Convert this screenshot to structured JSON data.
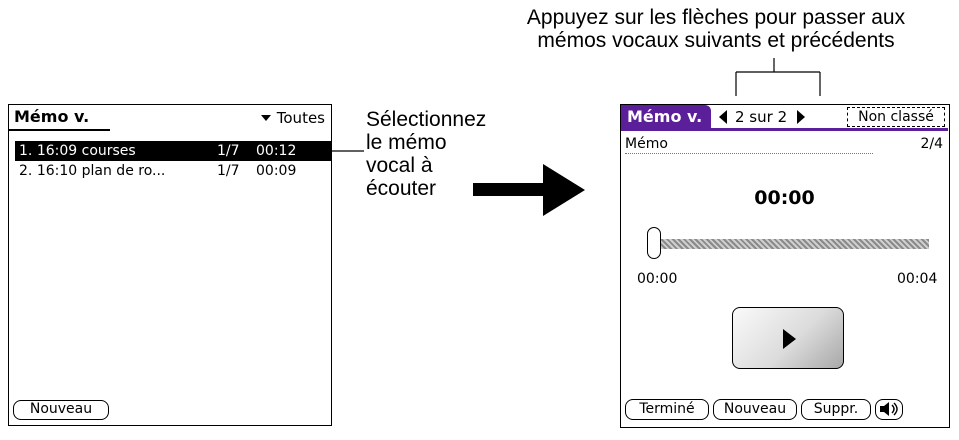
{
  "left_screen": {
    "title": "Mémo v.",
    "filter": "Toutes",
    "memos": [
      {
        "num": "1.",
        "time": "16:09",
        "name": "courses",
        "date": "1/7",
        "duration": "00:12",
        "selected": true
      },
      {
        "num": "2.",
        "time": "16:10",
        "name": "plan de ro...",
        "date": "1/7",
        "duration": "00:09",
        "selected": false
      }
    ],
    "new_button": "Nouveau"
  },
  "annotations": {
    "select_line1": "Sélectionnez",
    "select_line2": "le mémo",
    "select_line3": "vocal à",
    "select_line4": "écouter",
    "top_line1": "Appuyez sur les flèches pour passer aux",
    "top_line2": "mémos vocaux suivants et précédents"
  },
  "right_screen": {
    "title": "Mémo v.",
    "record_position": "2 sur 2",
    "category": "Non classé",
    "memo_label": "Mémo",
    "memo_count": "2/4",
    "current_time": "00:00",
    "start_time": "00:00",
    "end_time": "00:04",
    "playback_progress": 0,
    "buttons": {
      "done": "Terminé",
      "new": "Nouveau",
      "delete": "Suppr."
    }
  },
  "icons": [
    "dropdown-triangle-icon",
    "left-arrow-icon",
    "right-arrow-icon",
    "play-icon",
    "speaker-icon",
    "pointer-arrow-icon"
  ]
}
